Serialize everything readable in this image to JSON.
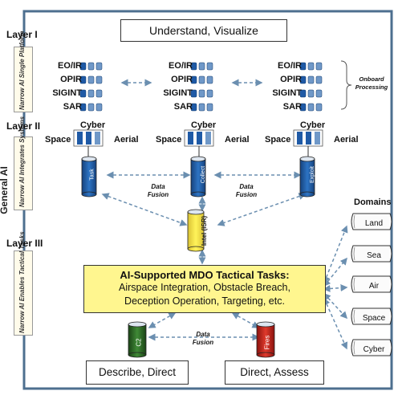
{
  "top_box": "Understand, Visualize",
  "layers": {
    "layer1": "Layer I",
    "layer2": "Layer II",
    "layer3": "Layer III"
  },
  "side_labels": {
    "general": "General AI",
    "narrow1": "Narrow AI Single Platform",
    "narrow2": "Narrow AI Integrates Systems",
    "narrow3": "Narrow AI Enables Tactical Tasks"
  },
  "sensors": [
    "EO/IR",
    "OPIR",
    "SIGINT",
    "SAR"
  ],
  "platforms": {
    "cyber": "Cyber",
    "space": "Space",
    "aerial": "Aerial"
  },
  "onboard_processing": "Onboard Processing",
  "cylinders": {
    "task": "Task",
    "collect": "Collect",
    "exploit": "Exploit",
    "intel": "Intel (ISR)",
    "c2": "C2",
    "fires": "Fires"
  },
  "data_fusion": "Data Fusion",
  "tactical": {
    "title": "AI-Supported MDO Tactical Tasks:",
    "line1": "Airspace Integration, Obstacle Breach,",
    "line2": "Deception Operation, Targeting, etc."
  },
  "bottom_boxes": {
    "left": "Describe, Direct",
    "right": "Direct, Assess"
  },
  "domains": {
    "title": "Domains",
    "items": [
      "Land",
      "Sea",
      "Air",
      "Space",
      "Cyber"
    ]
  },
  "colors": {
    "blue": "#1f5aa6",
    "yellow": "#fff68f",
    "green": "#2f6b2a",
    "red": "#c0201a",
    "frame": "#4d6f8f"
  }
}
